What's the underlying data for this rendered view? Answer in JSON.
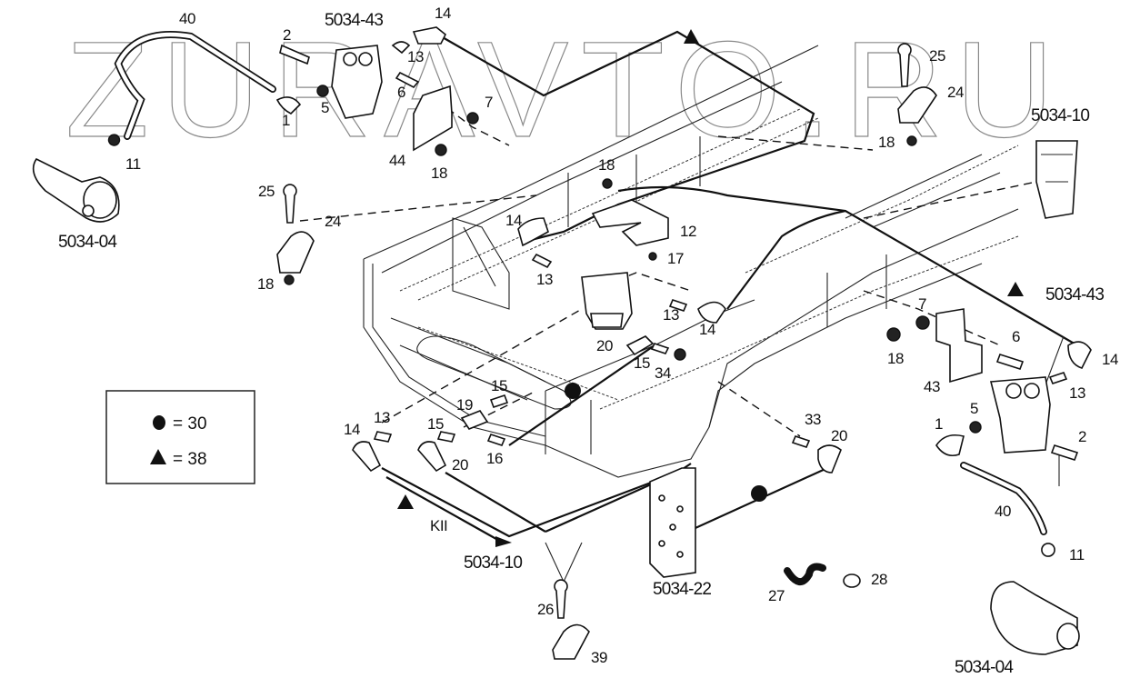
{
  "watermark": "ZURAVTO.RU",
  "assemblies": {
    "top_left_valve": "5034-43",
    "right_valve": "5034-43",
    "left_chamber": "5034-04",
    "right_chamber": "5034-04",
    "top_right_relay": "5034-10",
    "bottom_relay_ref": "5034-10",
    "plate": "5034-22"
  },
  "callouts": {
    "c40_top": "40",
    "c2_top": "2",
    "c14_top": "14",
    "c13_top": "13",
    "c6_top": "6",
    "c5_top": "5",
    "c1_top": "1",
    "c7_top": "7",
    "c44": "44",
    "c18_top": "18",
    "c11_left": "11",
    "c25_left": "25",
    "c24_left": "24",
    "c18_left": "18",
    "c25_right": "25",
    "c24_right": "24",
    "c18_right": "18",
    "c18_mid": "18",
    "c14_mid": "14",
    "c12": "12",
    "c17": "17",
    "c13_mid": "13",
    "c13_mid2": "13",
    "c14_mid2": "14",
    "c20_mid": "20",
    "c15_mid": "15",
    "c34": "34",
    "c15_low": "15",
    "c19": "19",
    "c13_low": "13",
    "c14_low": "14",
    "c15_low2": "15",
    "c20_low": "20",
    "c16": "16",
    "c7_right": "7",
    "c6_right": "6",
    "c18_right2": "18",
    "c43": "43",
    "c14_right": "14",
    "c13_right": "13",
    "c5_right": "5",
    "c1_right": "1",
    "c2_right": "2",
    "c33": "33",
    "c20_right": "20",
    "c40_right": "40",
    "c11_right": "11",
    "c26": "26",
    "c39": "39",
    "c27": "27",
    "c28": "28",
    "kii": "KII"
  },
  "legend": {
    "circle_value": "= 30",
    "triangle_value": "= 38"
  }
}
